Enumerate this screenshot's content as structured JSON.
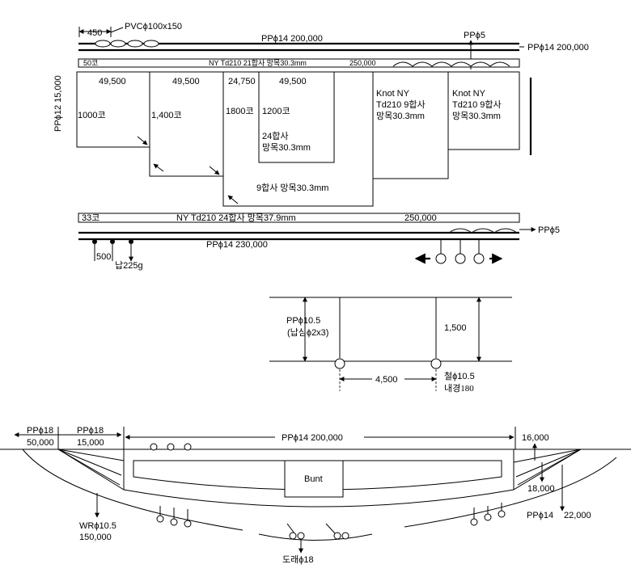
{
  "net_top": {
    "float_spacing": "450",
    "float_label": "PVCϕ100x150",
    "headrope_label": "PPϕ14   200,000",
    "right_rope_label": "PPϕ14 200,000",
    "ppphi5_top": "PPϕ5",
    "selvedge_top_left": "50코",
    "selvedge_top_mid": "NY Td210 21합사 망목30.3mm",
    "selvedge_top_right": "250,000",
    "side_rope_label": "PPϕ12  15,000",
    "wing_widths": [
      "49,500",
      "49,500",
      "24,750",
      "49,500"
    ],
    "meshes": [
      "1000코",
      "1,400코",
      "1800코",
      "1200코"
    ],
    "inner_spec_line1": "24합사",
    "inner_spec_line2": "망목30.3mm",
    "bottom_spec": "9합사 망목30.3mm",
    "knot_line1": "Knot NY",
    "knot_line2": "Td210  9합사",
    "knot_line3": "망목30.3mm",
    "selvedge_bot_left": "33코",
    "selvedge_bot_mid": "NY Td210 24합사 망목37.9mm",
    "selvedge_bot_right": "250,000",
    "ppphi5_bot": "PPϕ5",
    "footrope_label": "PPϕ14    230,000",
    "sinker_spacing": "500",
    "sinker_weight": "납225g"
  },
  "detail": {
    "rope_line1": "PPϕ10.5",
    "rope_line2": "(납심ϕ2x3)",
    "height": "1,500",
    "spacing": "4,500",
    "ring_line1": "철ϕ10.5",
    "ring_line2": "내경180"
  },
  "set_view": {
    "left_rope1_name": "PPϕ18",
    "left_rope1_len": "50,000",
    "left_rope2_name": "PPϕ18",
    "left_rope2_len": "15,000",
    "main_rope": "PPϕ14   200,000",
    "right_len1": "16,000",
    "right_len2": "18,000",
    "right_rope_name": "PPϕ14",
    "right_rope_len": "22,000",
    "bunt_label": "Bunt",
    "wire_name": "WRϕ10.5",
    "wire_len": "150,000",
    "ring_label": "도래ϕ18"
  }
}
